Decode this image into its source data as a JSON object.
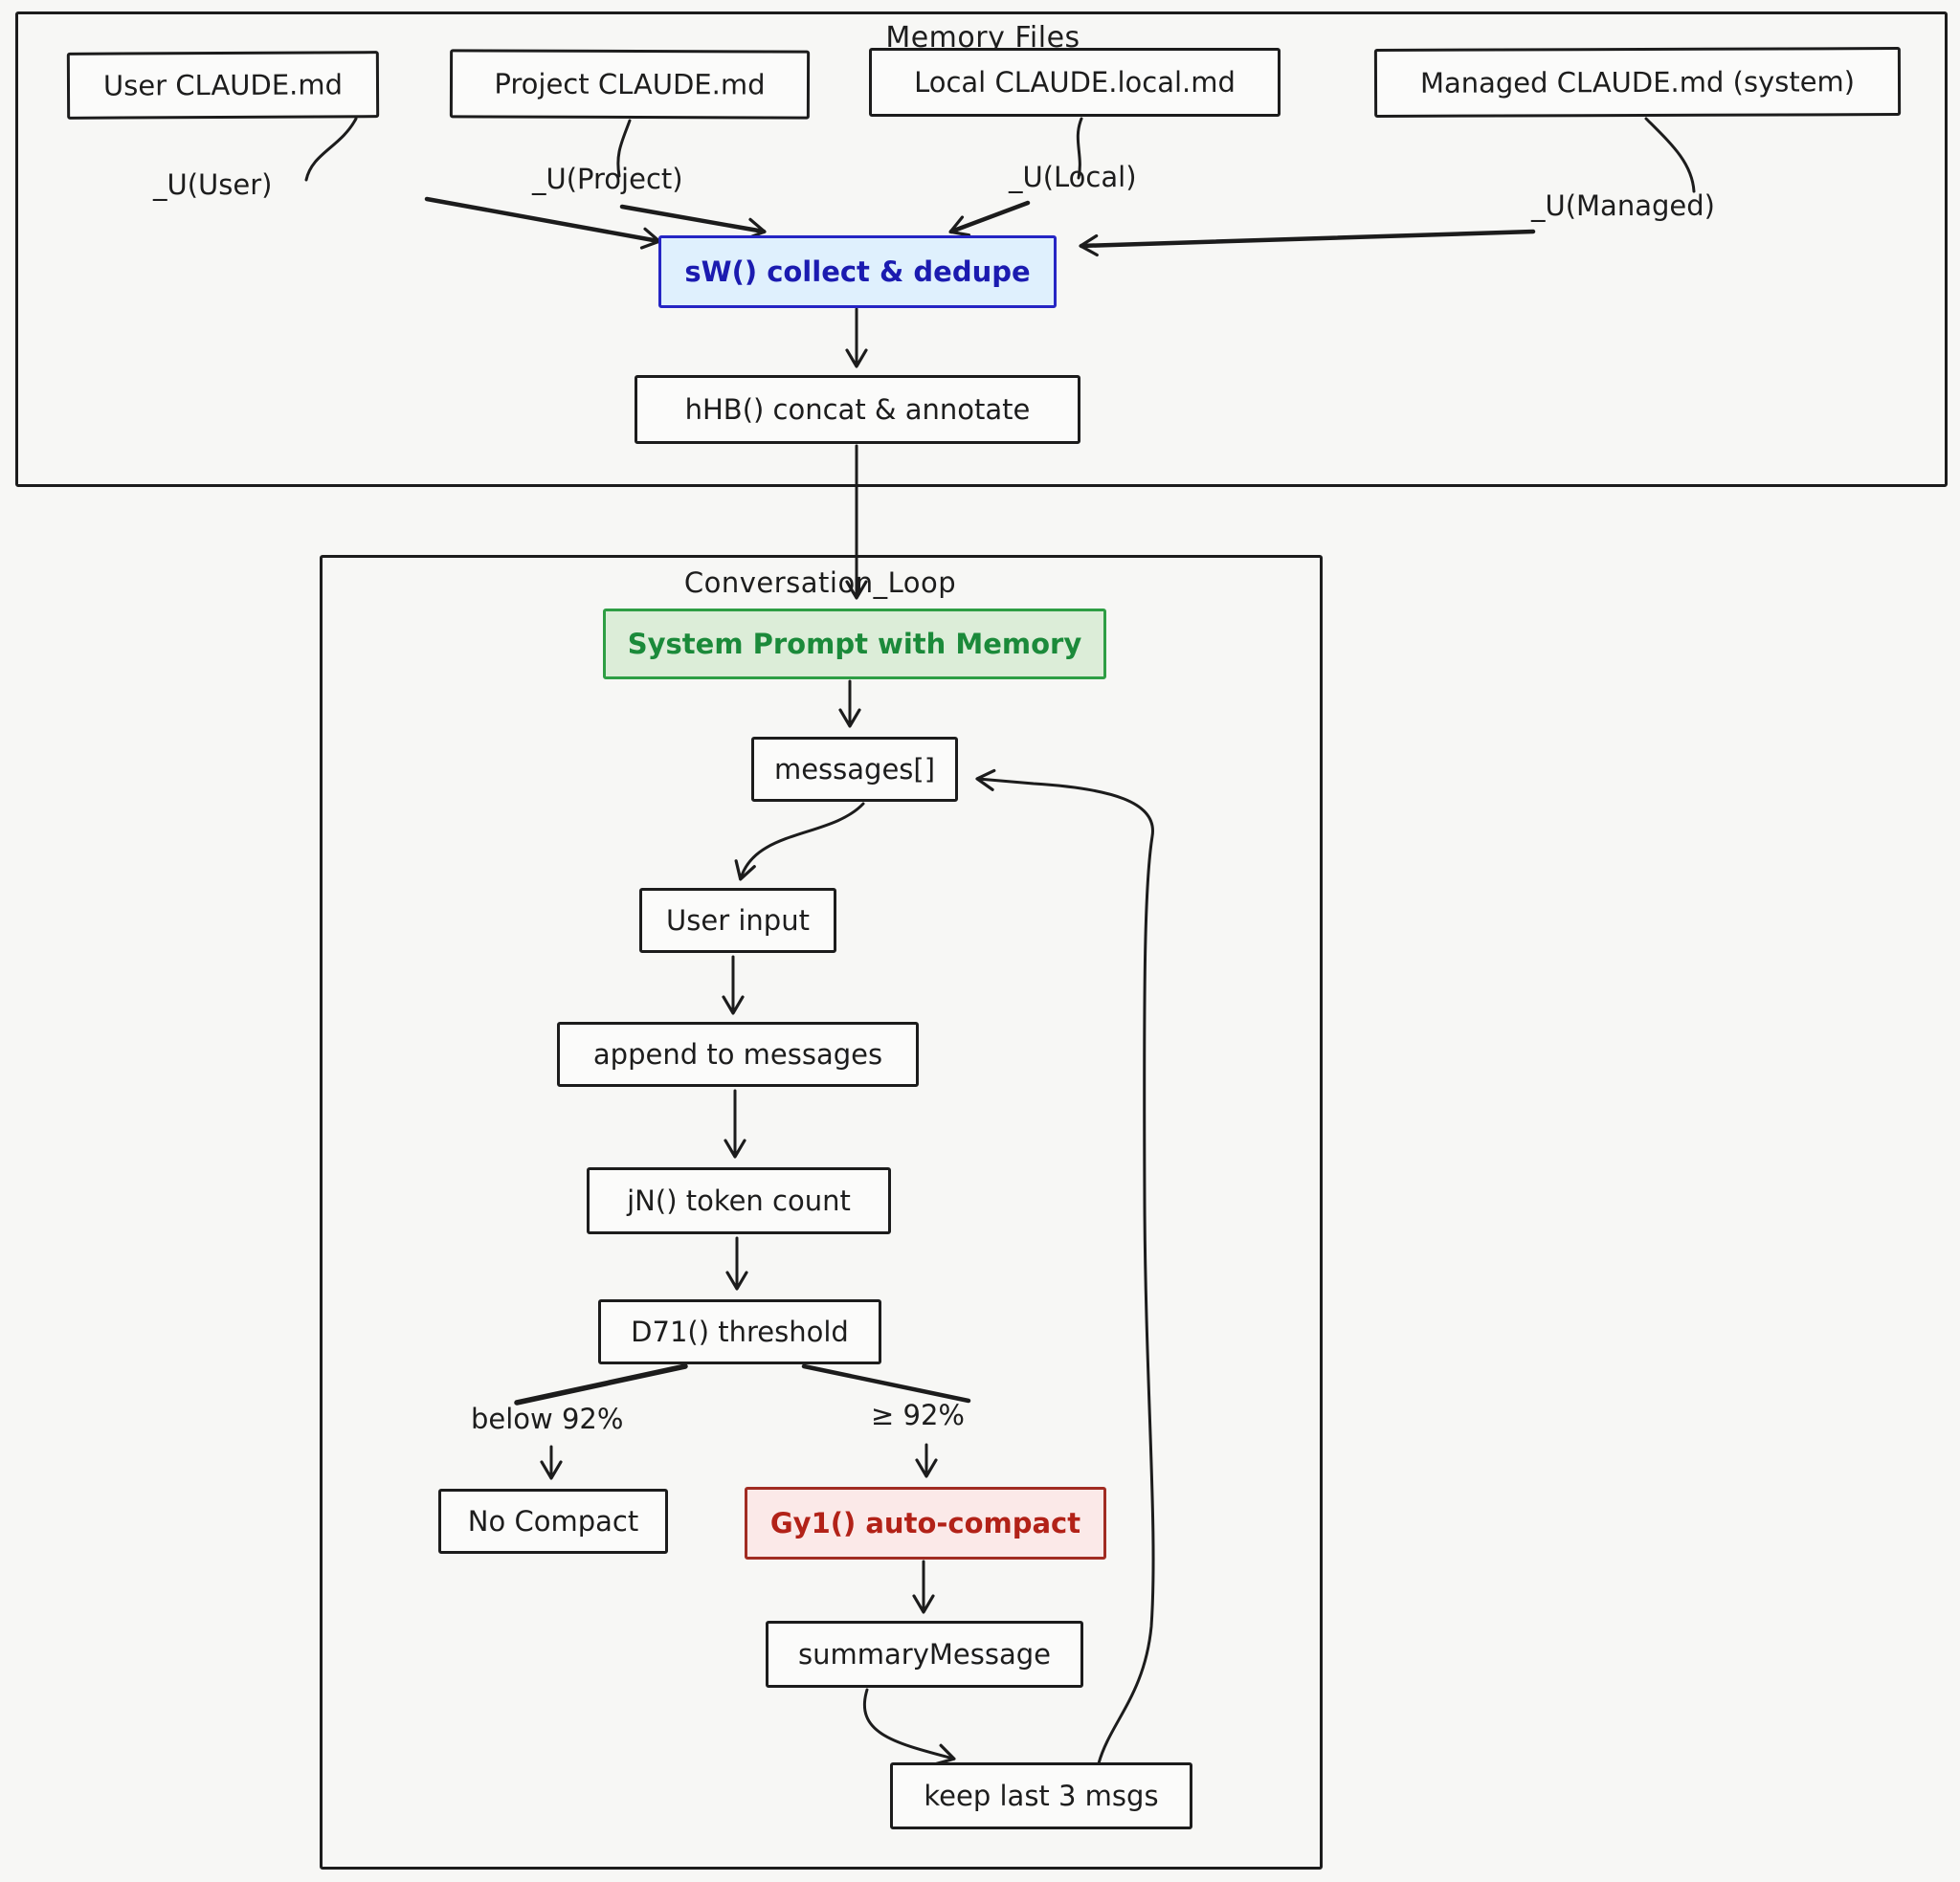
{
  "canvas": {
    "background": "#f7f7f5",
    "ink": "#1c1c1c"
  },
  "memory": {
    "title": "Memory Files",
    "nodes": {
      "user": {
        "label": "User CLAUDE.md"
      },
      "project": {
        "label": "Project CLAUDE.md"
      },
      "local": {
        "label": "Local CLAUDE.local.md"
      },
      "managed": {
        "label": "Managed CLAUDE.md (system)"
      },
      "collect": {
        "label": "sW() collect & dedupe",
        "fill": "#dff0fd",
        "stroke": "#2525c4",
        "text_color": "#1b1bb0"
      },
      "concat": {
        "label": "hHB() concat & annotate"
      }
    },
    "edge_labels": {
      "user": "_U(User)",
      "project": "_U(Project)",
      "local": "_U(Local)",
      "managed": "_U(Managed)"
    }
  },
  "loop": {
    "title": "Conversation_Loop",
    "nodes": {
      "system_prompt": {
        "label": "System Prompt with Memory",
        "fill": "#dcedd8",
        "stroke": "#2e9e44",
        "text_color": "#1b8a3a"
      },
      "messages": {
        "label": "messages[]"
      },
      "user_input": {
        "label": "User input"
      },
      "append": {
        "label": "append to messages"
      },
      "token_count": {
        "label": "jN() token count"
      },
      "threshold": {
        "label": "D71() threshold"
      },
      "no_compact": {
        "label": "No Compact"
      },
      "auto_compact": {
        "label": "Gy1() auto-compact",
        "fill": "#fbe9e8",
        "stroke": "#a12c22",
        "text_color": "#b22218"
      },
      "summary": {
        "label": "summaryMessage"
      },
      "keep_last": {
        "label": "keep last 3 msgs"
      }
    },
    "edge_labels": {
      "below": "below 92%",
      "at_or_above": "≥ 92%"
    }
  }
}
